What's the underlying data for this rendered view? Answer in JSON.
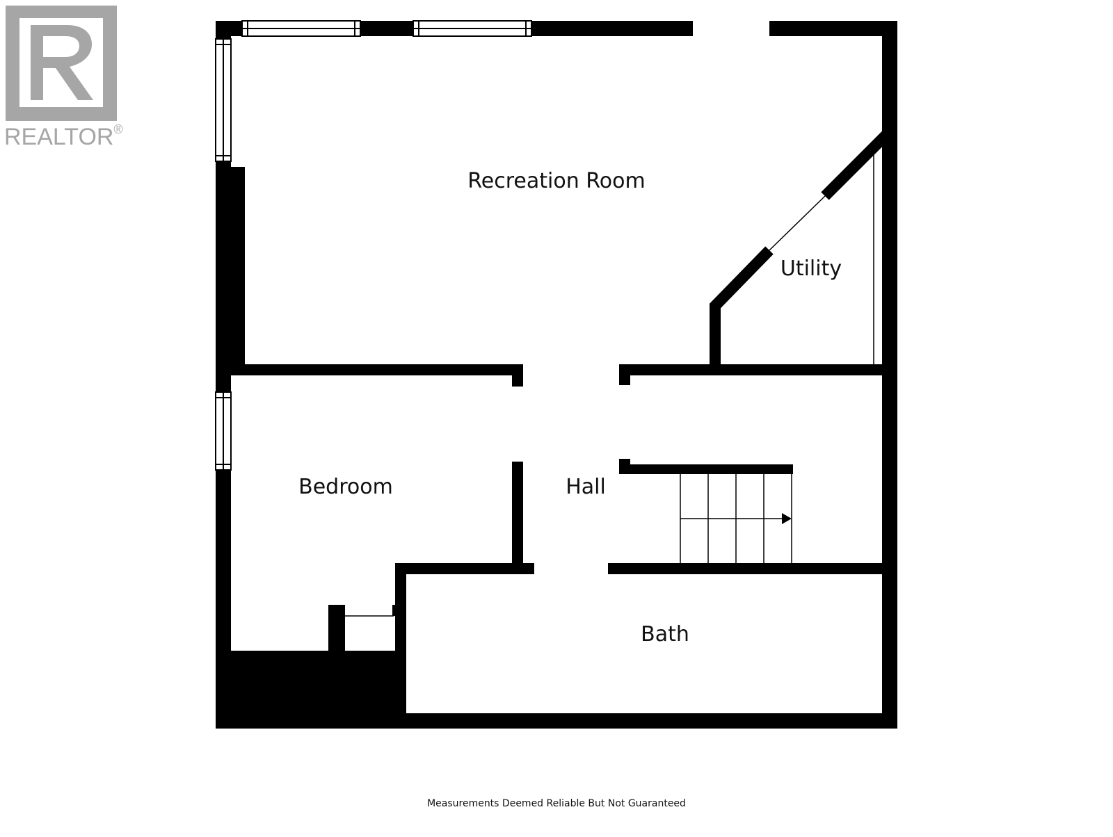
{
  "logo": {
    "text": "REALTOR",
    "mark": "®",
    "icon": "realtor-r-logo-icon"
  },
  "rooms": {
    "recreation": "Recreation Room",
    "utility": "Utility",
    "bedroom": "Bedroom",
    "hall": "Hall",
    "bath": "Bath"
  },
  "stairs": {
    "icon": "stair-direction-arrow-icon"
  },
  "footer": {
    "note": "Measurements Deemed Reliable But Not Guaranteed"
  },
  "colors": {
    "wall": "#000000",
    "logo": "#a6a6a6",
    "background": "#ffffff"
  }
}
